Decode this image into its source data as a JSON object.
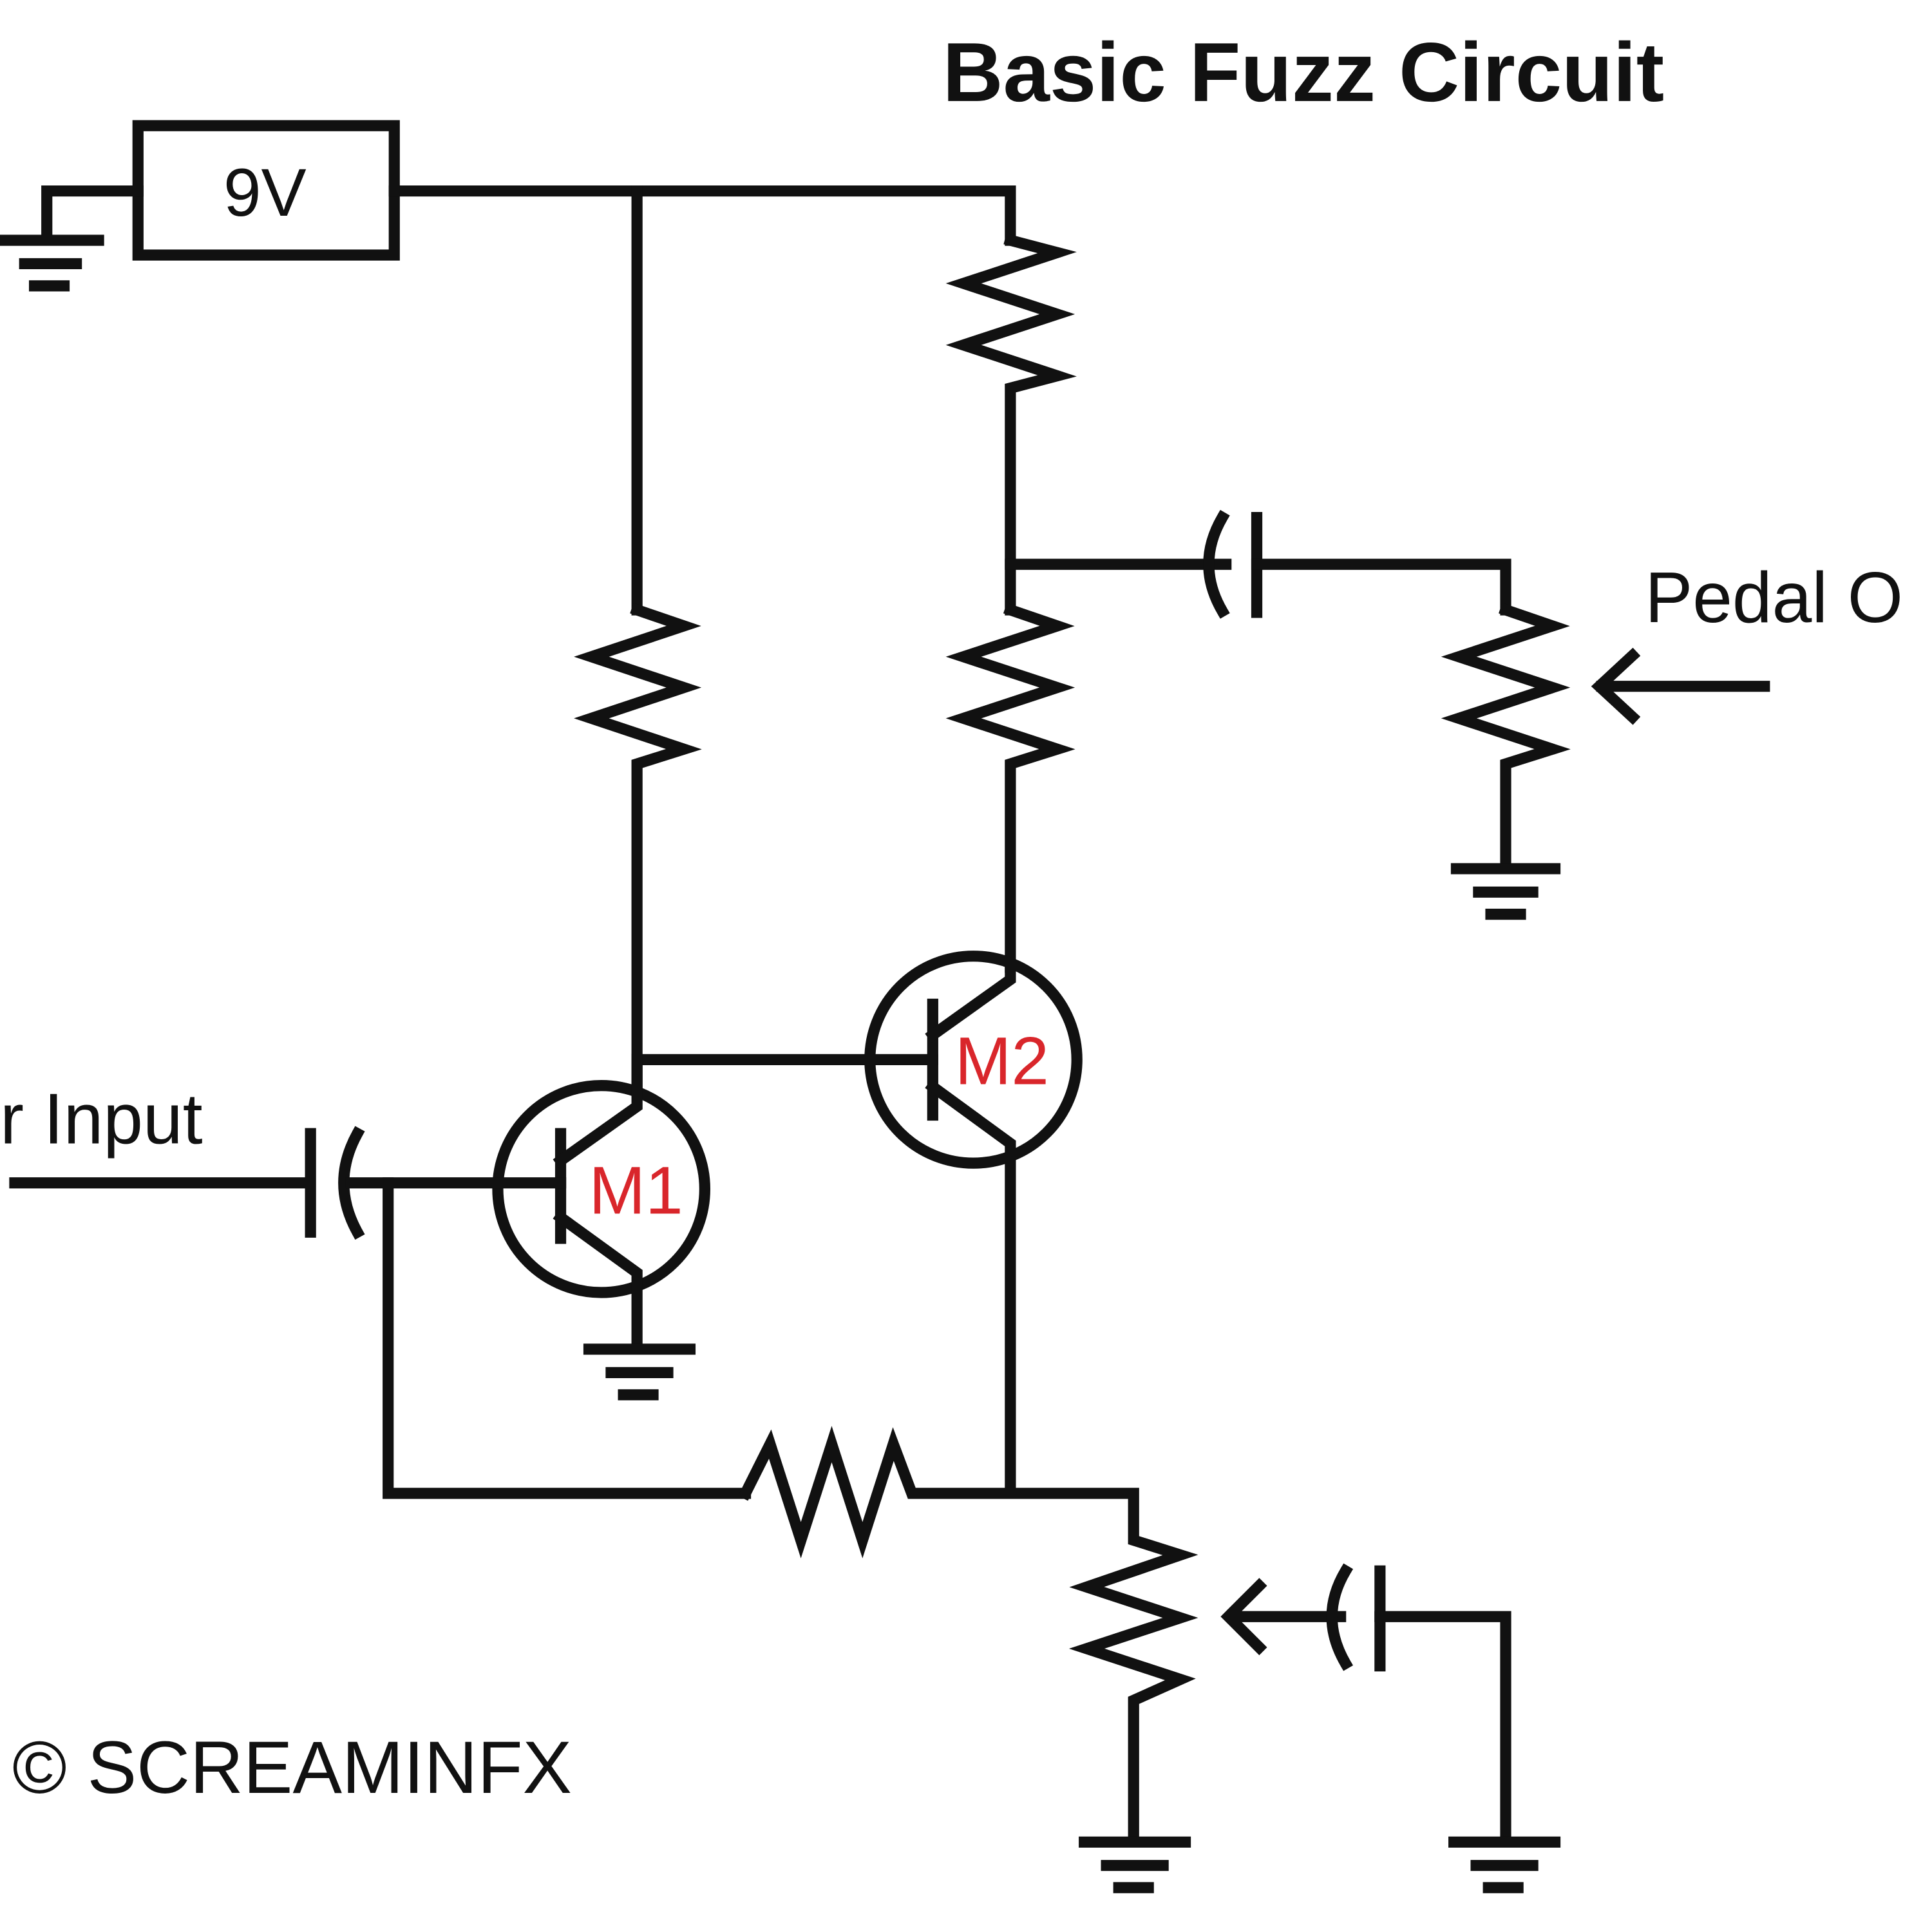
{
  "title": "Basic Fuzz Circuit",
  "battery": {
    "label": "9V"
  },
  "transistors": [
    {
      "label": "M1"
    },
    {
      "label": "M2"
    }
  ],
  "labels": {
    "input": "r Input",
    "output": "Pedal O"
  },
  "copyright": "© SCREAMINFX",
  "colors": {
    "wire": "#111111",
    "transistor_label": "#d9262b",
    "background": "#ffffff"
  }
}
